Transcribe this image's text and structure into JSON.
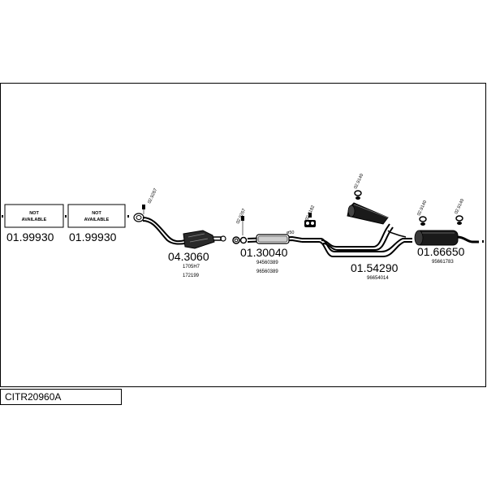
{
  "diagram_code": "CITR20960A",
  "not_available": [
    {
      "line1": "NOT",
      "line2": "AVAILABLE",
      "part_number": "01.99930"
    },
    {
      "line1": "NOT",
      "line2": "AVAILABLE",
      "part_number": "01.99930"
    }
  ],
  "parts": [
    {
      "part_number": "04.3060",
      "refs": [
        "1705H7",
        "172199"
      ]
    },
    {
      "part_number": "01.30040",
      "refs": [
        "94560389",
        "96560389"
      ]
    },
    {
      "part_number": "01.54290",
      "refs": [
        "96654014"
      ]
    },
    {
      "part_number": "01.66650",
      "refs": [
        "95661783"
      ]
    }
  ],
  "fitting_tags": [
    "02.9267",
    "02.9267",
    "02.8182",
    "02.9140",
    "02.9140",
    "02.9140"
  ],
  "pipe_diameter_tag": "ø50",
  "colors": {
    "line": "#000000",
    "muffler": "#1a1a1a",
    "background": "#ffffff"
  }
}
